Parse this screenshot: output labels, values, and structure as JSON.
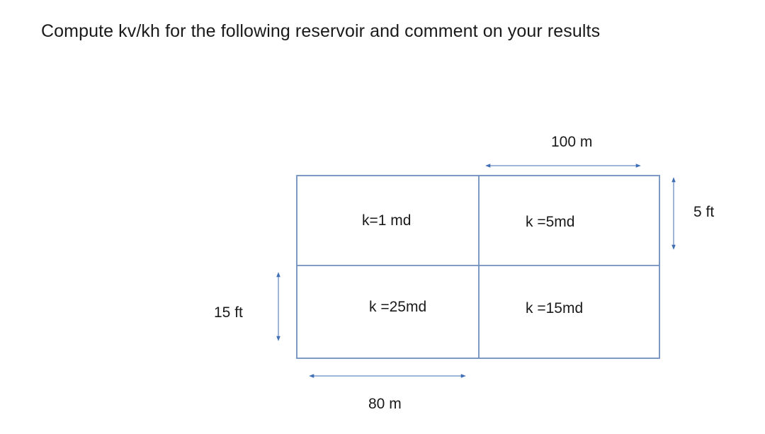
{
  "question": "Compute kv/kh for the following reservoir and comment on your results",
  "dimensions": {
    "top_width": "100 m",
    "bottom_width": "80 m",
    "top_layer_thickness": "5 ft",
    "bottom_layer_thickness": "15 ft"
  },
  "cells": {
    "top_left": "k=1 md",
    "top_right": "k =5md",
    "bottom_left": "k =25md",
    "bottom_right": "k =15md"
  },
  "colors": {
    "grid_line": "#6f8fbf",
    "arrow": "#3f6eb5",
    "text": "#1a1a1a"
  }
}
